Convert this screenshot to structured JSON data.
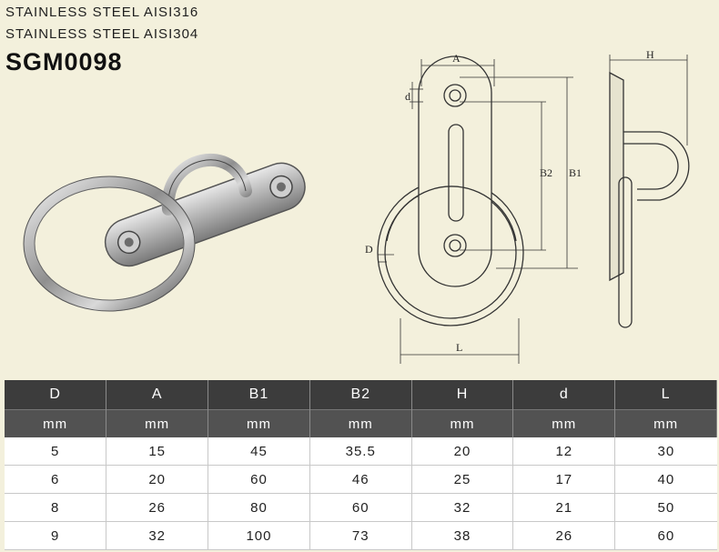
{
  "header": {
    "material_1": "STAINLESS STEEL AISI316",
    "material_2": "STAINLESS STEEL AISI304",
    "model": "SGM0098"
  },
  "drawing_labels": {
    "A": "A",
    "d": "d",
    "B2": "B2",
    "B1": "B1",
    "D": "D",
    "L": "L",
    "H": "H"
  },
  "table": {
    "columns": [
      "D",
      "A",
      "B1",
      "B2",
      "H",
      "d",
      "L"
    ],
    "units": [
      "mm",
      "mm",
      "mm",
      "mm",
      "mm",
      "mm",
      "mm"
    ],
    "rows": [
      [
        "5",
        "15",
        "45",
        "35.5",
        "20",
        "12",
        "30"
      ],
      [
        "6",
        "20",
        "60",
        "46",
        "25",
        "17",
        "40"
      ],
      [
        "8",
        "26",
        "80",
        "60",
        "32",
        "21",
        "50"
      ],
      [
        "9",
        "32",
        "100",
        "73",
        "38",
        "26",
        "60"
      ]
    ]
  },
  "colors": {
    "background": "#f3f0dc",
    "table_header": "#3c3c3c",
    "table_units": "#525252"
  }
}
